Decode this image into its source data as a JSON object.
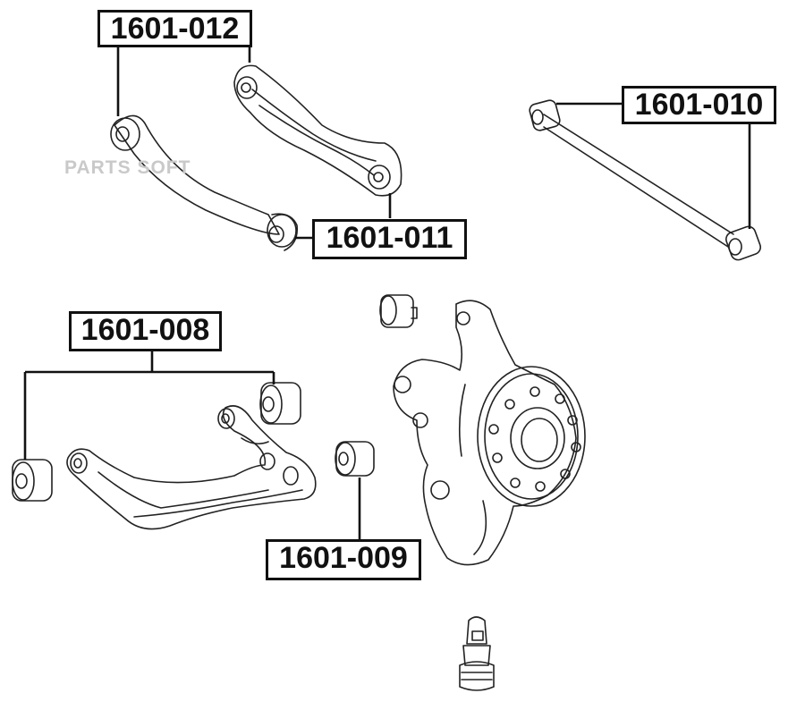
{
  "watermark": "PARTS SOFT",
  "parts": {
    "p012": "1601-012",
    "p011": "1601-011",
    "p010": "1601-010",
    "p008": "1601-008",
    "p009": "1601-009"
  }
}
